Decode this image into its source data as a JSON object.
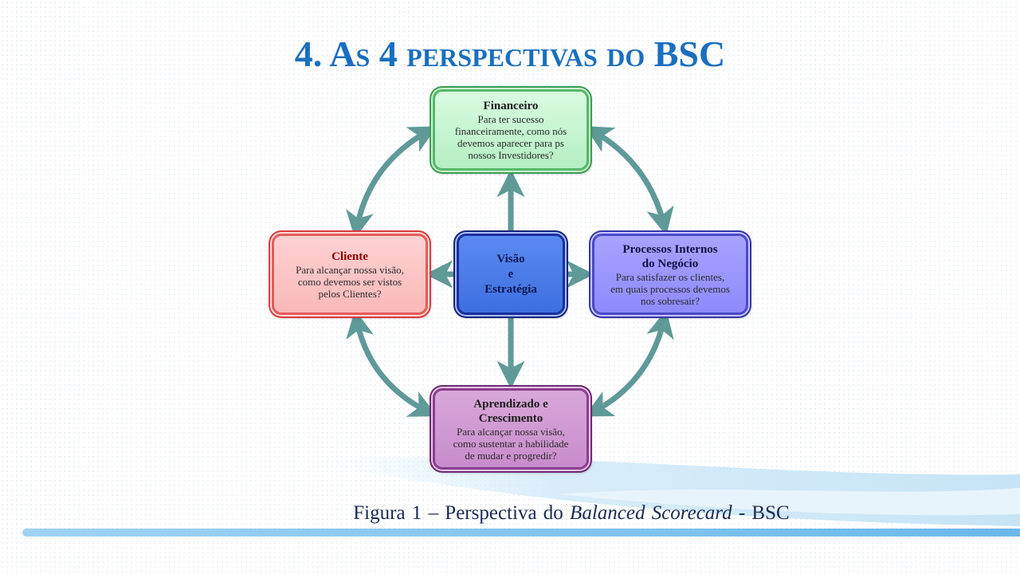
{
  "title": {
    "number": "4.",
    "first_letter": "A",
    "first_rest": "s",
    "digit": "4",
    "rest": "perspectivas do",
    "acronym": "BSC"
  },
  "diagram": {
    "financeiro": {
      "title": "Financeiro",
      "lines": [
        "Para ter sucesso",
        "financeiramente, como nós",
        "devemos aparecer para ps",
        "nossos Investidores?"
      ]
    },
    "cliente": {
      "title": "Cliente",
      "lines": [
        "Para alcançar nossa visão,",
        "como devemos ser vistos",
        "pelos Clientes?"
      ]
    },
    "visao": {
      "lines": [
        "Visão",
        "e",
        "Estratégia"
      ]
    },
    "processos": {
      "title_lines": [
        "Processos Internos",
        "do Negócio"
      ],
      "lines": [
        "Para satisfazer os clientes,",
        "em quais processos devemos",
        "nos sobresair?"
      ]
    },
    "aprendizado": {
      "title_lines": [
        "Aprendizado e",
        "Crescimento"
      ],
      "lines": [
        "Para alcançar nossa visão,",
        "como sustentar a habilidade",
        "de mudar e progredir?"
      ]
    }
  },
  "caption": {
    "prefix": "Figura 1 – Perspectiva do",
    "italic": "Balanced Scorecard",
    "suffix": "- BSC"
  },
  "colors": {
    "title": "#1a6fbf",
    "arrow": "#5f9a98",
    "financeiro": "#b5efc2",
    "cliente": "#f9b8b8",
    "visao": "#3e6fe0",
    "processos": "#8e8aff",
    "aprendizado": "#c88ccb"
  }
}
